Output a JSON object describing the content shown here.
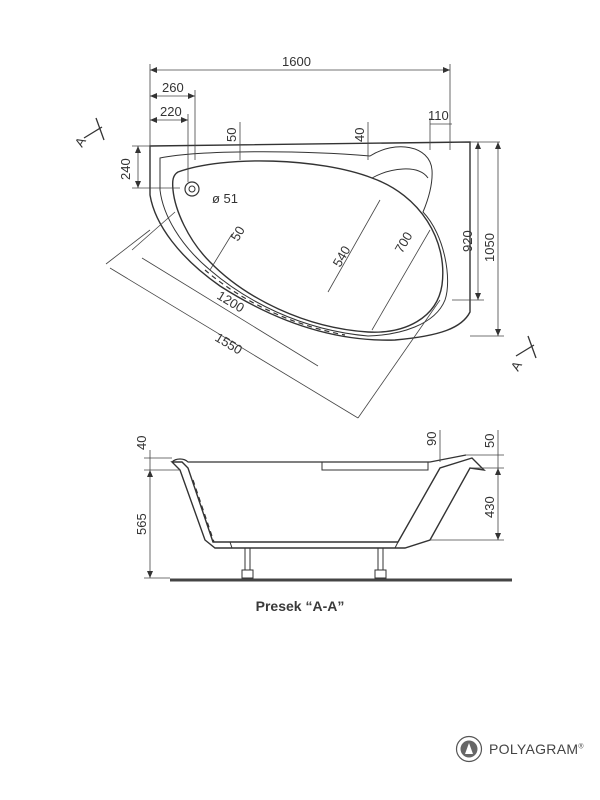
{
  "plan": {
    "overall_width": "1600",
    "dim_260": "260",
    "dim_220": "220",
    "dim_110": "110",
    "dim_50_top": "50",
    "dim_40_top": "40",
    "dim_240": "240",
    "drain": "ø 51",
    "dim_50_inner": "50",
    "dim_540": "540",
    "dim_700": "700",
    "dim_920": "920",
    "dim_1050": "1050",
    "dim_1200": "1200",
    "dim_1550": "1550",
    "section_marker_top": "A",
    "section_marker_bottom": "A"
  },
  "section": {
    "dim_40": "40",
    "dim_565": "565",
    "dim_90": "90",
    "dim_50": "50",
    "dim_430": "430",
    "caption": "Presek “A-A”"
  },
  "brand": {
    "name": "POLYAGRAM",
    "mark": "®"
  }
}
